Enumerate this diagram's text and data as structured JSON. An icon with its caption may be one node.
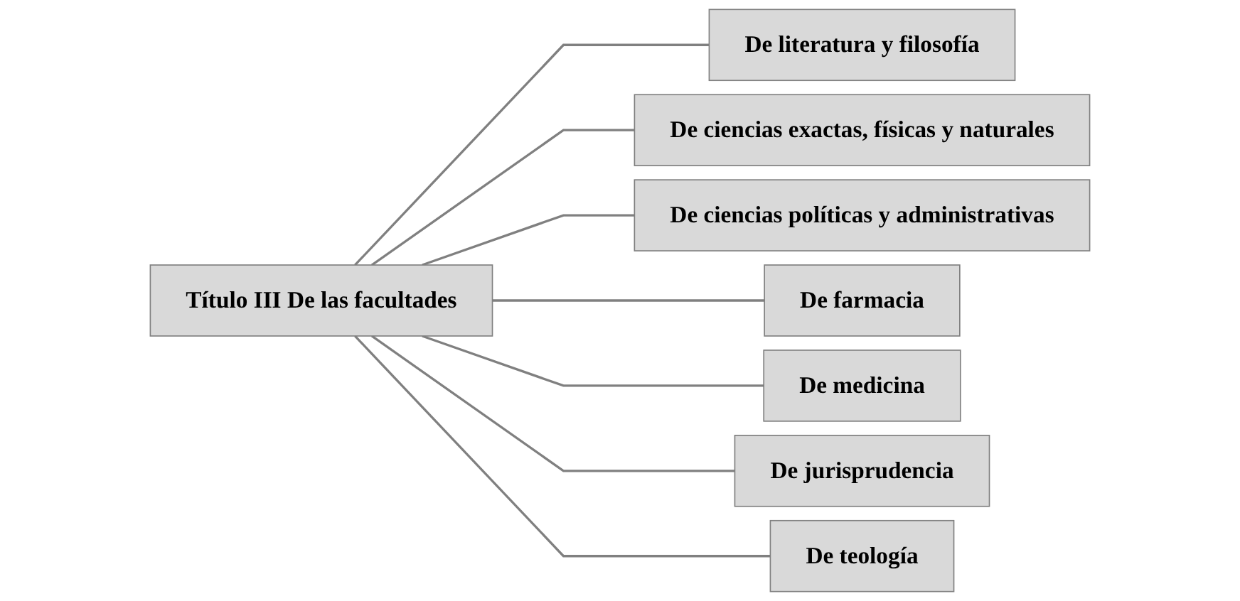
{
  "diagram": {
    "nodes": [
      {
        "text": [
          "Título III De las facultades"
        ]
      },
      {
        "text": [
          "De literatura y filosofía"
        ]
      },
      {
        "text": [
          "De ciencias exactas, físicas y naturales"
        ]
      },
      {
        "text": [
          "De ciencias políticas y administrativas"
        ]
      },
      {
        "text": [
          "De farmacia"
        ]
      },
      {
        "text": [
          "De medicina"
        ]
      },
      {
        "text": [
          "De jurisprudencia"
        ]
      },
      {
        "text": [
          "De teología"
        ]
      }
    ],
    "edges": [
      {
        "from": 0,
        "to": 1,
        "arrow": "none"
      },
      {
        "from": 0,
        "to": 2,
        "arrow": "none"
      },
      {
        "from": 0,
        "to": 3,
        "arrow": "none"
      },
      {
        "from": 0,
        "to": 4,
        "arrow": "none"
      },
      {
        "from": 0,
        "to": 5,
        "arrow": "none"
      },
      {
        "from": 0,
        "to": 6,
        "arrow": "none"
      },
      {
        "from": 0,
        "to": 7,
        "arrow": "none"
      }
    ]
  }
}
